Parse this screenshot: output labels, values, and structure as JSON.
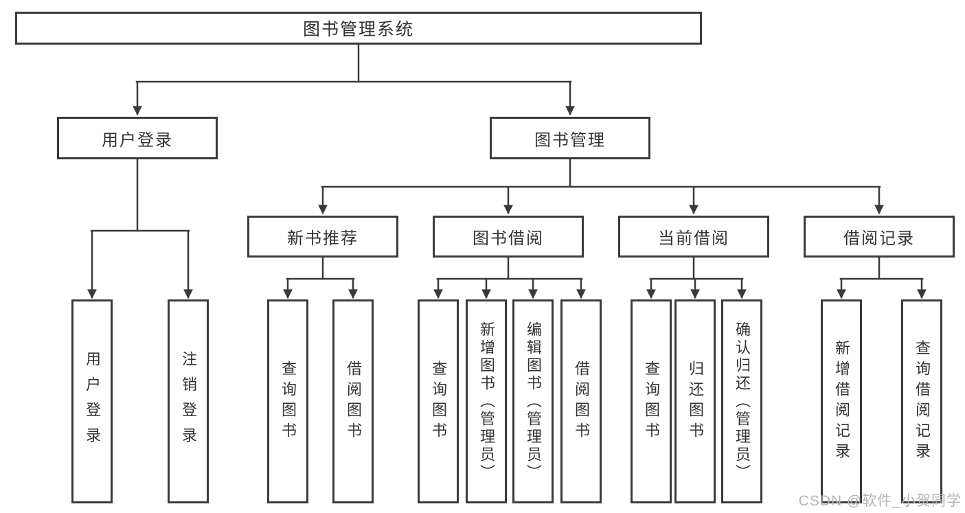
{
  "diagram": {
    "root": {
      "label": "图书管理系统"
    },
    "level2": [
      {
        "label": "用户登录"
      },
      {
        "label": "图书管理"
      }
    ],
    "level3": [
      {
        "label": "新书推荐"
      },
      {
        "label": "图书借阅"
      },
      {
        "label": "当前借阅"
      },
      {
        "label": "借阅记录"
      }
    ],
    "leaves": {
      "user_login": [
        "用户登录",
        "注销登录"
      ],
      "new_book_recommend": [
        "查询图书",
        "借阅图书"
      ],
      "book_borrow": [
        "查询图书",
        "新增图书（管理员）",
        "编辑图书（管理员）",
        "借阅图书"
      ],
      "current_borrow": [
        "查询图书",
        "归还图书",
        "确认归还（管理员）"
      ],
      "borrow_records": [
        "新增借阅记录",
        "查询借阅记录"
      ]
    }
  },
  "watermark": {
    "text": "CSDN @软件_小贺同学"
  },
  "colors": {
    "line": "#3a3a3a",
    "box_border": "#3a3a3a",
    "text": "#333333",
    "background": "#ffffff",
    "watermark": "#b5b5b8"
  }
}
